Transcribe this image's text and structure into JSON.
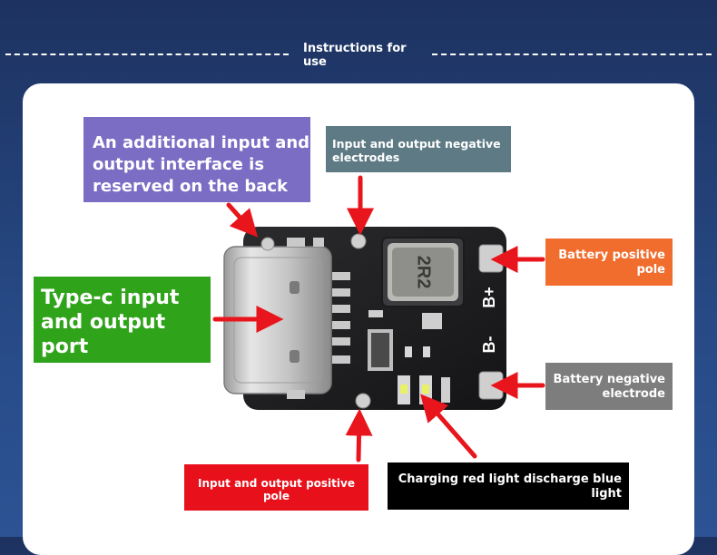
{
  "header": {
    "title": "Instructions for use"
  },
  "callouts": {
    "back_interface": "An additional input and output interface is reserved on the back",
    "io_negative": "Input and output negative electrodes",
    "typec_port": "Type-c input and output port",
    "battery_positive": "Battery positive pole",
    "battery_negative": "Battery negative electrode",
    "io_positive": "Input and output positive pole",
    "indicator_lights": "Charging red light discharge blue light"
  },
  "board": {
    "inductor_marking": "2R2",
    "positive_marking": "B+",
    "negative_marking": "B-"
  },
  "colors": {
    "accent_arrow": "#e8161c",
    "background": "#274a86",
    "back_label": "#7b6cc4",
    "negative_label": "#5d7a85",
    "typec_label": "#2fa31a",
    "battery_positive_label": "#f06d2e",
    "battery_negative_label": "#7d7d7d",
    "positive_label": "#e8101a",
    "led_label": "#000000"
  }
}
